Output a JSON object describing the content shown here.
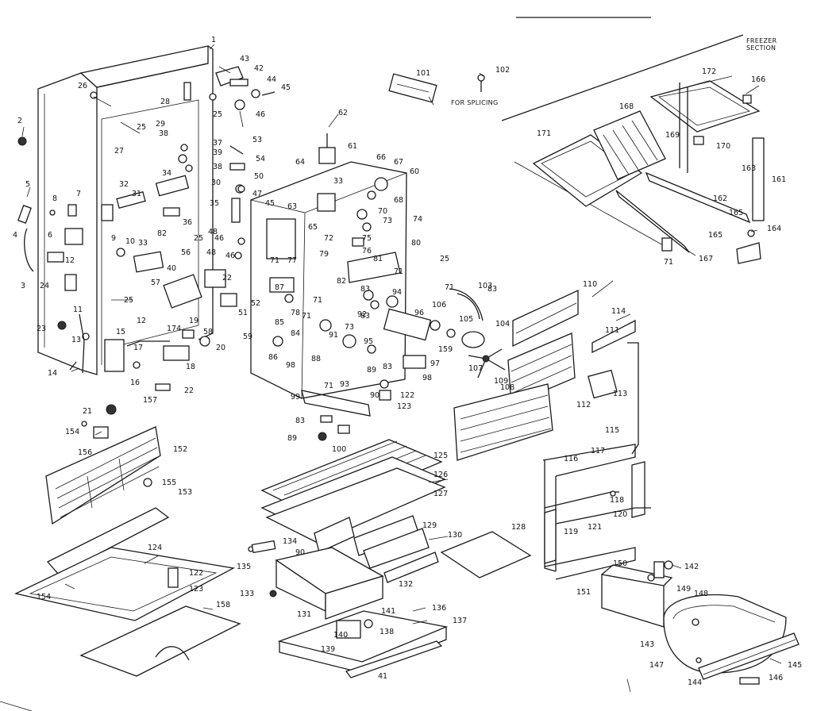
{
  "notes": {
    "freezer_section": [
      "FREEZER",
      "SECTION"
    ],
    "for_splicing": "FOR SPLICING"
  },
  "labels": [
    {
      "id": "l1",
      "t": "1"
    },
    {
      "id": "l2",
      "t": "2"
    },
    {
      "id": "l3",
      "t": "3"
    },
    {
      "id": "l4",
      "t": "4"
    },
    {
      "id": "l5",
      "t": "5"
    },
    {
      "id": "l6",
      "t": "6"
    },
    {
      "id": "l7",
      "t": "7"
    },
    {
      "id": "l8",
      "t": "8"
    },
    {
      "id": "l9",
      "t": "9"
    },
    {
      "id": "l10",
      "t": "10"
    },
    {
      "id": "l11",
      "t": "11"
    },
    {
      "id": "l12a",
      "t": "12"
    },
    {
      "id": "l12b",
      "t": "12"
    },
    {
      "id": "l13",
      "t": "13"
    },
    {
      "id": "l14",
      "t": "14"
    },
    {
      "id": "l15",
      "t": "15"
    },
    {
      "id": "l16",
      "t": "16"
    },
    {
      "id": "l17",
      "t": "17"
    },
    {
      "id": "l18",
      "t": "18"
    },
    {
      "id": "l19",
      "t": "19"
    },
    {
      "id": "l20",
      "t": "20"
    },
    {
      "id": "l21",
      "t": "21"
    },
    {
      "id": "l22a",
      "t": "22"
    },
    {
      "id": "l22b",
      "t": "22"
    },
    {
      "id": "l23",
      "t": "23"
    },
    {
      "id": "l24",
      "t": "24"
    },
    {
      "id": "l25a",
      "t": "25"
    },
    {
      "id": "l25b",
      "t": "25"
    },
    {
      "id": "l25c",
      "t": "25"
    },
    {
      "id": "l25d",
      "t": "25"
    },
    {
      "id": "l25e",
      "t": "25"
    },
    {
      "id": "l26",
      "t": "26"
    },
    {
      "id": "l27",
      "t": "27"
    },
    {
      "id": "l28",
      "t": "28"
    },
    {
      "id": "l29",
      "t": "29"
    },
    {
      "id": "l30",
      "t": "30"
    },
    {
      "id": "l31",
      "t": "31"
    },
    {
      "id": "l32",
      "t": "32"
    },
    {
      "id": "l33a",
      "t": "33"
    },
    {
      "id": "l33b",
      "t": "33"
    },
    {
      "id": "l34",
      "t": "34"
    },
    {
      "id": "l35",
      "t": "35"
    },
    {
      "id": "l36",
      "t": "36"
    },
    {
      "id": "l37",
      "t": "37"
    },
    {
      "id": "l38a",
      "t": "38"
    },
    {
      "id": "l38b",
      "t": "38"
    },
    {
      "id": "l39",
      "t": "39"
    },
    {
      "id": "l40",
      "t": "40"
    },
    {
      "id": "l41",
      "t": "41"
    },
    {
      "id": "l42",
      "t": "42"
    },
    {
      "id": "l43",
      "t": "43"
    },
    {
      "id": "l44",
      "t": "44"
    },
    {
      "id": "l45a",
      "t": "45"
    },
    {
      "id": "l45b",
      "t": "45"
    },
    {
      "id": "l46a",
      "t": "46"
    },
    {
      "id": "l46b",
      "t": "46"
    },
    {
      "id": "l46c",
      "t": "46"
    },
    {
      "id": "l47",
      "t": "47"
    },
    {
      "id": "l48a",
      "t": "48"
    },
    {
      "id": "l48b",
      "t": "48"
    },
    {
      "id": "l50",
      "t": "50"
    },
    {
      "id": "l51",
      "t": "51"
    },
    {
      "id": "l52",
      "t": "52"
    },
    {
      "id": "l53",
      "t": "53"
    },
    {
      "id": "l54",
      "t": "54"
    },
    {
      "id": "l56",
      "t": "56"
    },
    {
      "id": "l57",
      "t": "57"
    },
    {
      "id": "l58",
      "t": "58"
    },
    {
      "id": "l59",
      "t": "59"
    },
    {
      "id": "l60",
      "t": "60"
    },
    {
      "id": "l61",
      "t": "61"
    },
    {
      "id": "l62",
      "t": "62"
    },
    {
      "id": "l63",
      "t": "63"
    },
    {
      "id": "l64",
      "t": "64"
    },
    {
      "id": "l65",
      "t": "65"
    },
    {
      "id": "l66",
      "t": "66"
    },
    {
      "id": "l67",
      "t": "67"
    },
    {
      "id": "l68",
      "t": "68"
    },
    {
      "id": "l70",
      "t": "70"
    },
    {
      "id": "l71a",
      "t": "71"
    },
    {
      "id": "l71b",
      "t": "71"
    },
    {
      "id": "l71c",
      "t": "71"
    },
    {
      "id": "l71d",
      "t": "71"
    },
    {
      "id": "l71e",
      "t": "71"
    },
    {
      "id": "l71f",
      "t": "71"
    },
    {
      "id": "l71g",
      "t": "71"
    },
    {
      "id": "l72",
      "t": "72"
    },
    {
      "id": "l73a",
      "t": "73"
    },
    {
      "id": "l73b",
      "t": "73"
    },
    {
      "id": "l74",
      "t": "74"
    },
    {
      "id": "l75",
      "t": "75"
    },
    {
      "id": "l76",
      "t": "76"
    },
    {
      "id": "l77",
      "t": "77"
    },
    {
      "id": "l78",
      "t": "78"
    },
    {
      "id": "l79",
      "t": "79"
    },
    {
      "id": "l80",
      "t": "80"
    },
    {
      "id": "l81",
      "t": "81"
    },
    {
      "id": "l82a",
      "t": "82"
    },
    {
      "id": "l82b",
      "t": "82"
    },
    {
      "id": "l83a",
      "t": "83"
    },
    {
      "id": "l83b",
      "t": "83"
    },
    {
      "id": "l83c",
      "t": "83"
    },
    {
      "id": "l83d",
      "t": "83"
    },
    {
      "id": "l83e",
      "t": "83"
    },
    {
      "id": "l84",
      "t": "84"
    },
    {
      "id": "l85",
      "t": "85"
    },
    {
      "id": "l86",
      "t": "86"
    },
    {
      "id": "l87",
      "t": "87"
    },
    {
      "id": "l88",
      "t": "88"
    },
    {
      "id": "l89a",
      "t": "89"
    },
    {
      "id": "l89b",
      "t": "89"
    },
    {
      "id": "l90a",
      "t": "90"
    },
    {
      "id": "l90b",
      "t": "90"
    },
    {
      "id": "l91",
      "t": "91"
    },
    {
      "id": "l92",
      "t": "92"
    },
    {
      "id": "l93",
      "t": "93"
    },
    {
      "id": "l94",
      "t": "94"
    },
    {
      "id": "l95",
      "t": "95"
    },
    {
      "id": "l96",
      "t": "96"
    },
    {
      "id": "l97",
      "t": "97"
    },
    {
      "id": "l98a",
      "t": "98"
    },
    {
      "id": "l98b",
      "t": "98"
    },
    {
      "id": "l99",
      "t": "99"
    },
    {
      "id": "l100",
      "t": "100"
    },
    {
      "id": "l101",
      "t": "101"
    },
    {
      "id": "l102",
      "t": "102"
    },
    {
      "id": "l103",
      "t": "103"
    },
    {
      "id": "l104",
      "t": "104"
    },
    {
      "id": "l105",
      "t": "105"
    },
    {
      "id": "l106",
      "t": "106"
    },
    {
      "id": "l107",
      "t": "107"
    },
    {
      "id": "l108",
      "t": "108"
    },
    {
      "id": "l109",
      "t": "109"
    },
    {
      "id": "l110",
      "t": "110"
    },
    {
      "id": "l111",
      "t": "111"
    },
    {
      "id": "l112",
      "t": "112"
    },
    {
      "id": "l113",
      "t": "113"
    },
    {
      "id": "l114",
      "t": "114"
    },
    {
      "id": "l115",
      "t": "115"
    },
    {
      "id": "l116",
      "t": "116"
    },
    {
      "id": "l117",
      "t": "117"
    },
    {
      "id": "l118",
      "t": "118"
    },
    {
      "id": "l119",
      "t": "119"
    },
    {
      "id": "l120",
      "t": "120"
    },
    {
      "id": "l121",
      "t": "121"
    },
    {
      "id": "l122a",
      "t": "122"
    },
    {
      "id": "l122b",
      "t": "122"
    },
    {
      "id": "l123a",
      "t": "123"
    },
    {
      "id": "l123b",
      "t": "123"
    },
    {
      "id": "l124",
      "t": "124"
    },
    {
      "id": "l125",
      "t": "125"
    },
    {
      "id": "l126",
      "t": "126"
    },
    {
      "id": "l127",
      "t": "127"
    },
    {
      "id": "l128",
      "t": "128"
    },
    {
      "id": "l129",
      "t": "129"
    },
    {
      "id": "l130",
      "t": "130"
    },
    {
      "id": "l131",
      "t": "131"
    },
    {
      "id": "l132",
      "t": "132"
    },
    {
      "id": "l133",
      "t": "133"
    },
    {
      "id": "l134",
      "t": "134"
    },
    {
      "id": "l135",
      "t": "135"
    },
    {
      "id": "l136",
      "t": "136"
    },
    {
      "id": "l137",
      "t": "137"
    },
    {
      "id": "l138",
      "t": "138"
    },
    {
      "id": "l139",
      "t": "139"
    },
    {
      "id": "l140",
      "t": "140"
    },
    {
      "id": "l141",
      "t": "141"
    },
    {
      "id": "l142",
      "t": "142"
    },
    {
      "id": "l143",
      "t": "143"
    },
    {
      "id": "l144",
      "t": "144"
    },
    {
      "id": "l145",
      "t": "145"
    },
    {
      "id": "l146",
      "t": "146"
    },
    {
      "id": "l147",
      "t": "147"
    },
    {
      "id": "l148",
      "t": "148"
    },
    {
      "id": "l149",
      "t": "149"
    },
    {
      "id": "l150",
      "t": "150"
    },
    {
      "id": "l151",
      "t": "151"
    },
    {
      "id": "l152",
      "t": "152"
    },
    {
      "id": "l153",
      "t": "153"
    },
    {
      "id": "l154a",
      "t": "154"
    },
    {
      "id": "l154b",
      "t": "154"
    },
    {
      "id": "l155",
      "t": "155"
    },
    {
      "id": "l156",
      "t": "156"
    },
    {
      "id": "l157",
      "t": "157"
    },
    {
      "id": "l158",
      "t": "158"
    },
    {
      "id": "l159",
      "t": "159"
    },
    {
      "id": "l161",
      "t": "161"
    },
    {
      "id": "l162",
      "t": "162"
    },
    {
      "id": "l163",
      "t": "163"
    },
    {
      "id": "l164",
      "t": "164"
    },
    {
      "id": "l165a",
      "t": "165"
    },
    {
      "id": "l165b",
      "t": "165"
    },
    {
      "id": "l166",
      "t": "166"
    },
    {
      "id": "l167",
      "t": "167"
    },
    {
      "id": "l168",
      "t": "168"
    },
    {
      "id": "l169",
      "t": "169"
    },
    {
      "id": "l170",
      "t": "170"
    },
    {
      "id": "l171",
      "t": "171"
    },
    {
      "id": "l172",
      "t": "172"
    },
    {
      "id": "l174",
      "t": "174"
    }
  ]
}
